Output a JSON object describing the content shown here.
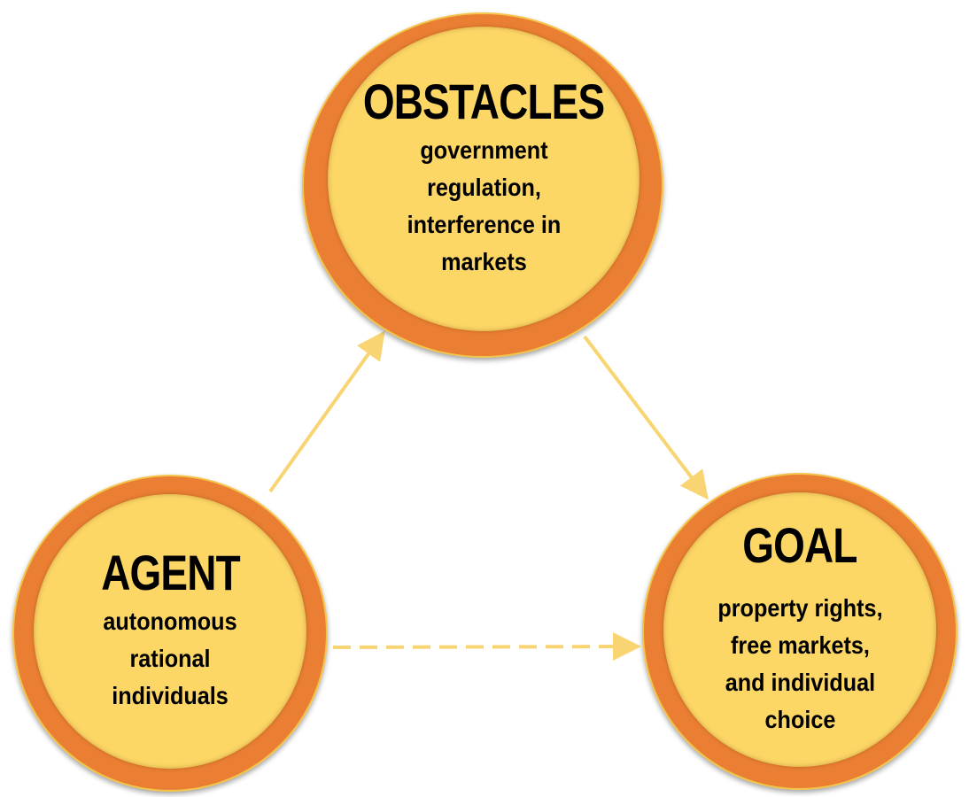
{
  "nodes": {
    "obstacles": {
      "title": "OBSTACLES",
      "lines": [
        "government",
        "regulation,",
        "interference in",
        "markets"
      ]
    },
    "agent": {
      "title": "AGENT",
      "lines": [
        "autonomous",
        "rational",
        "individuals"
      ]
    },
    "goal": {
      "title": "GOAL",
      "lines": [
        "property rights,",
        "free markets,",
        "and individual",
        "choice"
      ]
    }
  },
  "colors": {
    "ring": "#ea7f33",
    "fill": "#fcd766",
    "arrow": "#f8d572"
  }
}
